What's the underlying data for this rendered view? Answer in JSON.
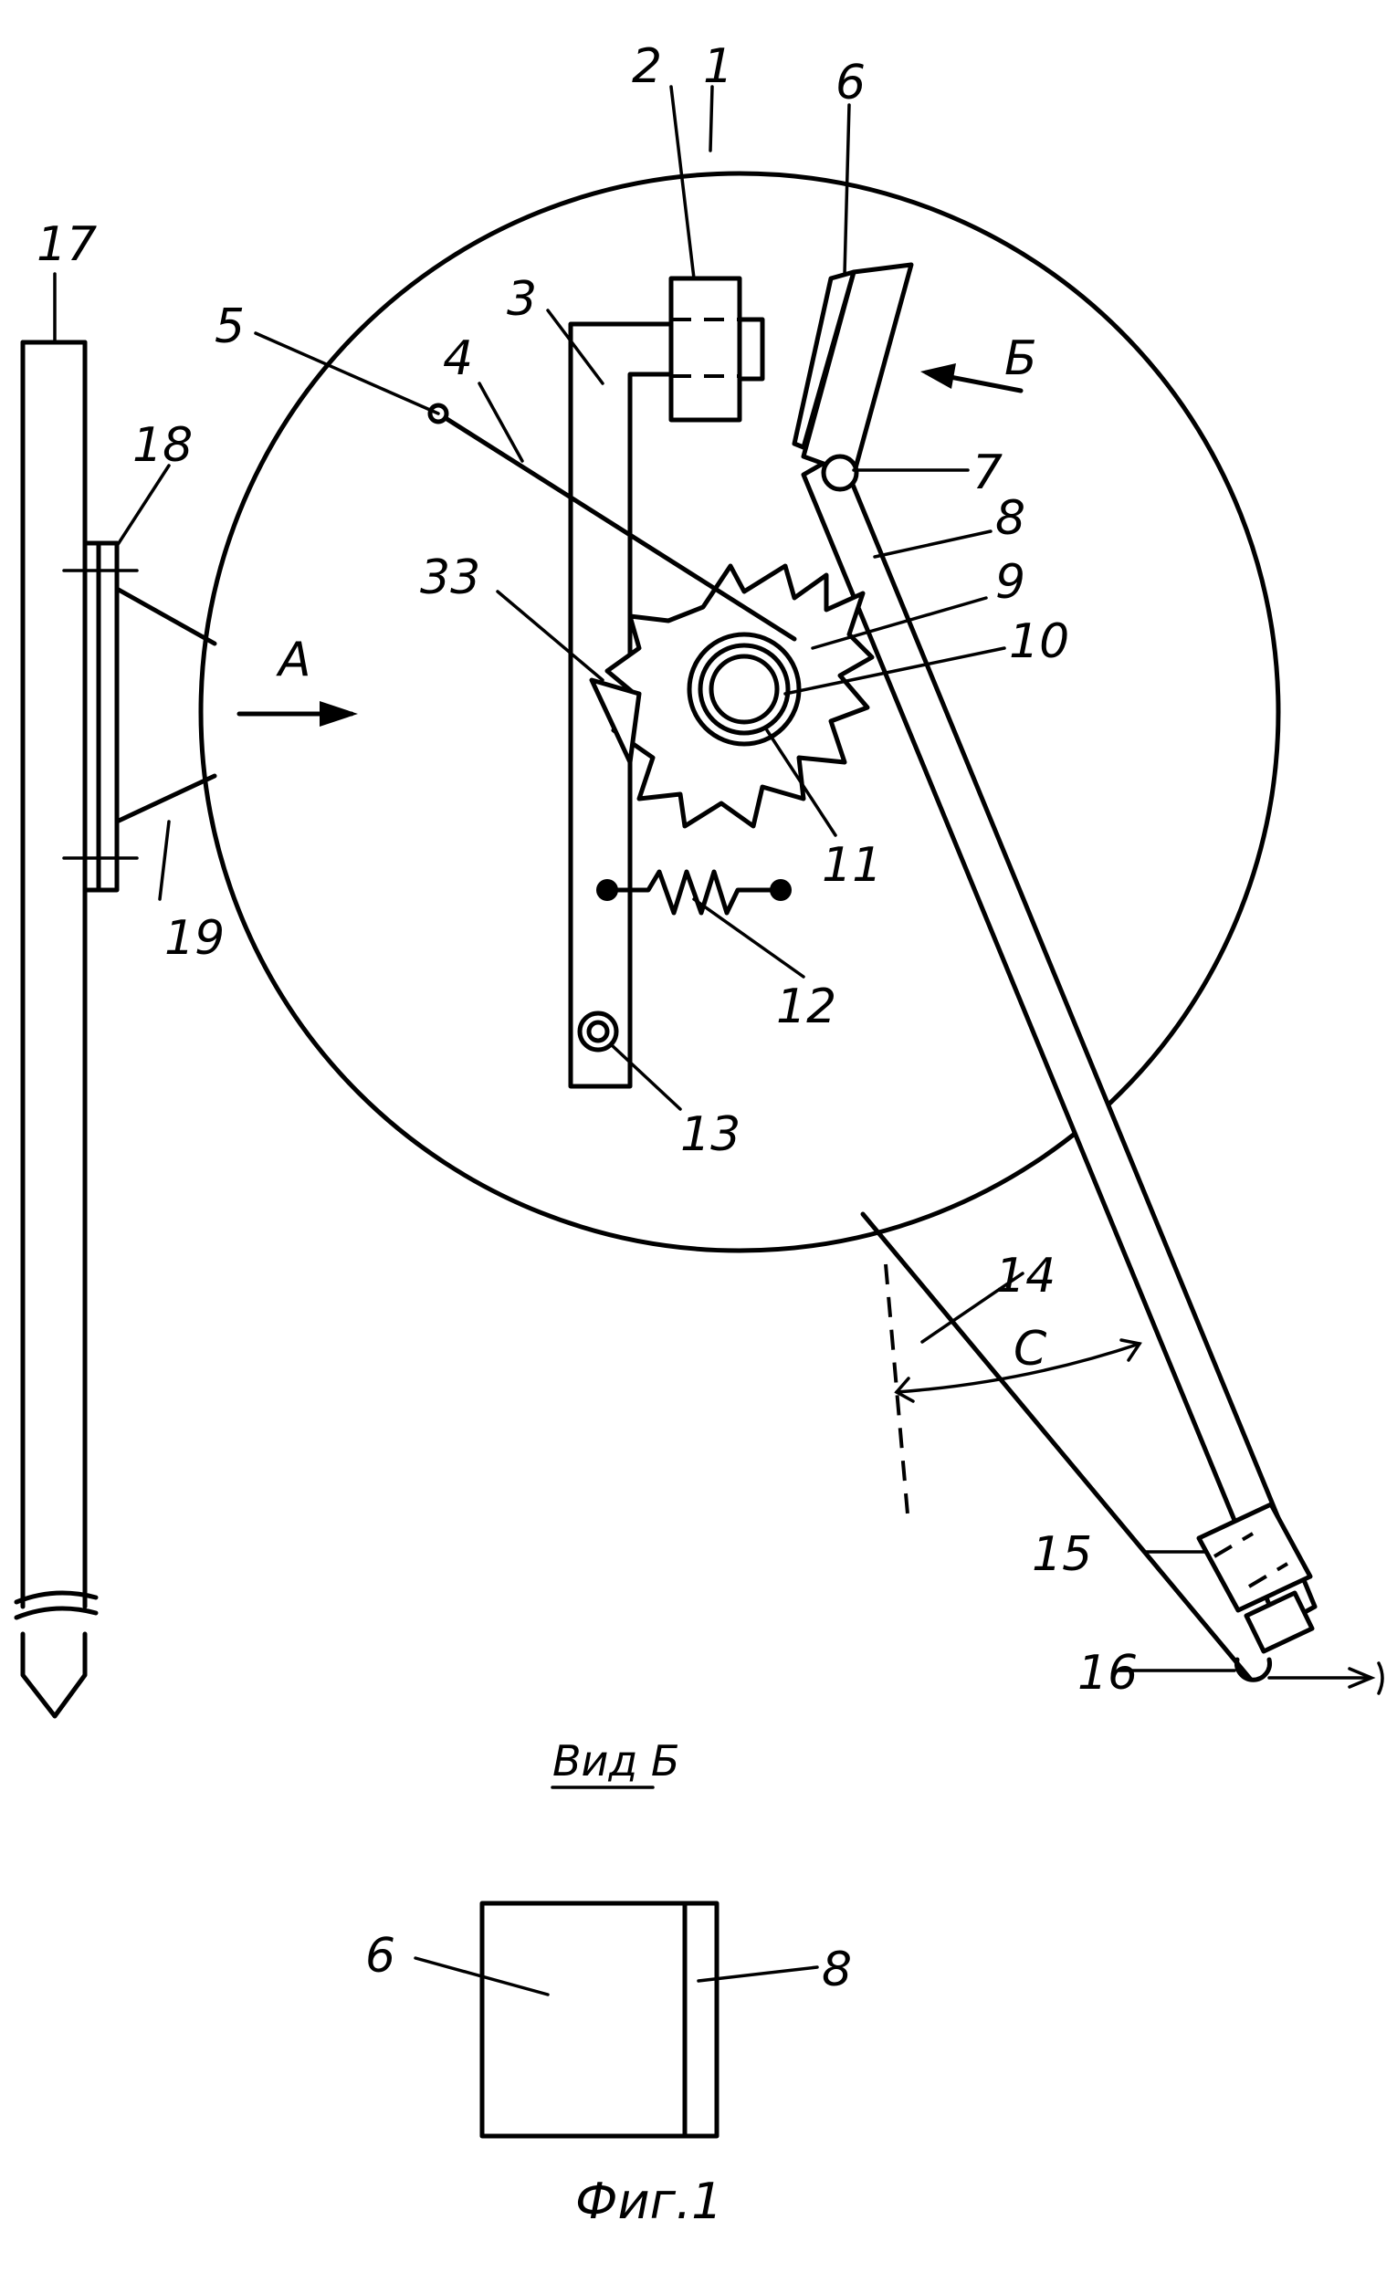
{
  "labels": {
    "l1": "1",
    "l2": "2",
    "l3": "3",
    "l4": "4",
    "l5": "5",
    "l6": "6",
    "l7": "7",
    "l8": "8",
    "l9": "9",
    "l10": "10",
    "l11": "11",
    "l12": "12",
    "l13": "13",
    "l14": "14",
    "l15": "15",
    "l16": "16",
    "l17": "17",
    "l18": "18",
    "l19": "19",
    "l33": "33",
    "arrowA": "A",
    "arrowB": "Б",
    "angleC": "C"
  },
  "view": {
    "title": "Вид Б",
    "label6": "6",
    "label8": "8"
  },
  "caption": "Фиг.1"
}
